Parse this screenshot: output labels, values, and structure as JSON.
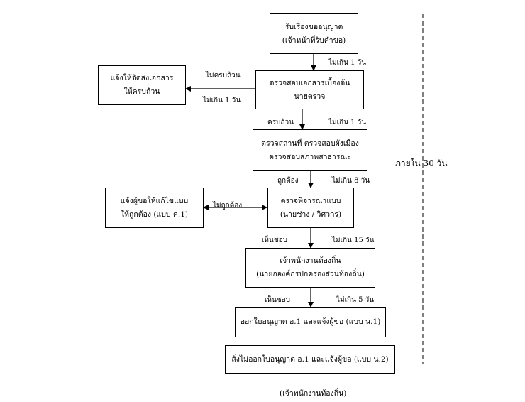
{
  "boxes": {
    "receive": {
      "line1": "รับเรื่องขออนุญาต",
      "line2": "(เจ้าหน้าที่รับคำขอ)"
    },
    "check_docs": {
      "line1": "ตรวจสอบเอกสารเบื้องต้น",
      "line2": "นายตรวจ"
    },
    "notify_docs": {
      "line1": "แจ้งให้จัดส่งเอกสาร",
      "line2": "ให้ครบถ้วน"
    },
    "inspect_site": {
      "line1": "ตรวจสถานที่ ตรวจสอบผังเมือง",
      "line2": "ตรวจสอบสภาพสาธารณะ"
    },
    "review_plan": {
      "line1": "ตรวจพิจารณาแบบ",
      "line2": "(นายช่าง / วิศวกร)"
    },
    "notify_fix": {
      "line1": "แจ้งผู้ขอให้แก้ไขแบบ",
      "line2": "ให้ถูกต้อง (แบบ ค.1)"
    },
    "officer": {
      "line1": "เจ้าพนักงานท้องถิ่น",
      "line2": "(นายกองค์กรปกครองส่วนท้องถิ่น)"
    },
    "issue": {
      "line1": "ออกใบอนุญาต อ.1 และแจ้งผู้ขอ (แบบ น.1)"
    },
    "refuse": {
      "line1": "สั่งไม่ออกใบอนุญาต อ.1 และแจ้งผู้ขอ (แบบ น.2)"
    }
  },
  "labels": {
    "t1": "ไม่เกิน 1 วัน",
    "incomplete": "ไม่ครบถ้วน",
    "t_notify": "ไม่เกิน 1 วัน",
    "complete": "ครบถ้วน",
    "t2": "ไม่เกิน 1 วัน",
    "correct": "ถูกต้อง",
    "t3": "ไม่เกิน 8 วัน",
    "incorrect": "ไม่ถูกต้อง",
    "agree1": "เห็นชอบ",
    "t4": "ไม่เกิน 15 วัน",
    "agree2": "เห็นชอบ",
    "t5": "ไม่เกิน 5 วัน",
    "total": "ภายใน 30 วัน"
  },
  "footnote": "(เจ้าพนักงานท้องถิ่น)"
}
